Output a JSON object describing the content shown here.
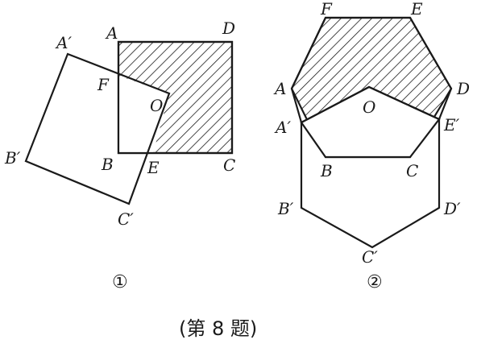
{
  "figure1": {
    "labels": {
      "A": "A",
      "D": "D",
      "B": "B",
      "C": "C",
      "A_prime": "A′",
      "B_prime": "B′",
      "C_prime": "C′",
      "F": "F",
      "O": "O",
      "E": "E"
    },
    "caption": "①"
  },
  "figure2": {
    "labels": {
      "F": "F",
      "E": "E",
      "A": "A",
      "D": "D",
      "O": "O",
      "A_prime": "A′",
      "E_prime": "E′",
      "B": "B",
      "C": "C",
      "B_prime": "B′",
      "D_prime": "D′",
      "C_prime": "C′"
    },
    "caption": "②"
  },
  "problem_caption": "(第 8 题)"
}
